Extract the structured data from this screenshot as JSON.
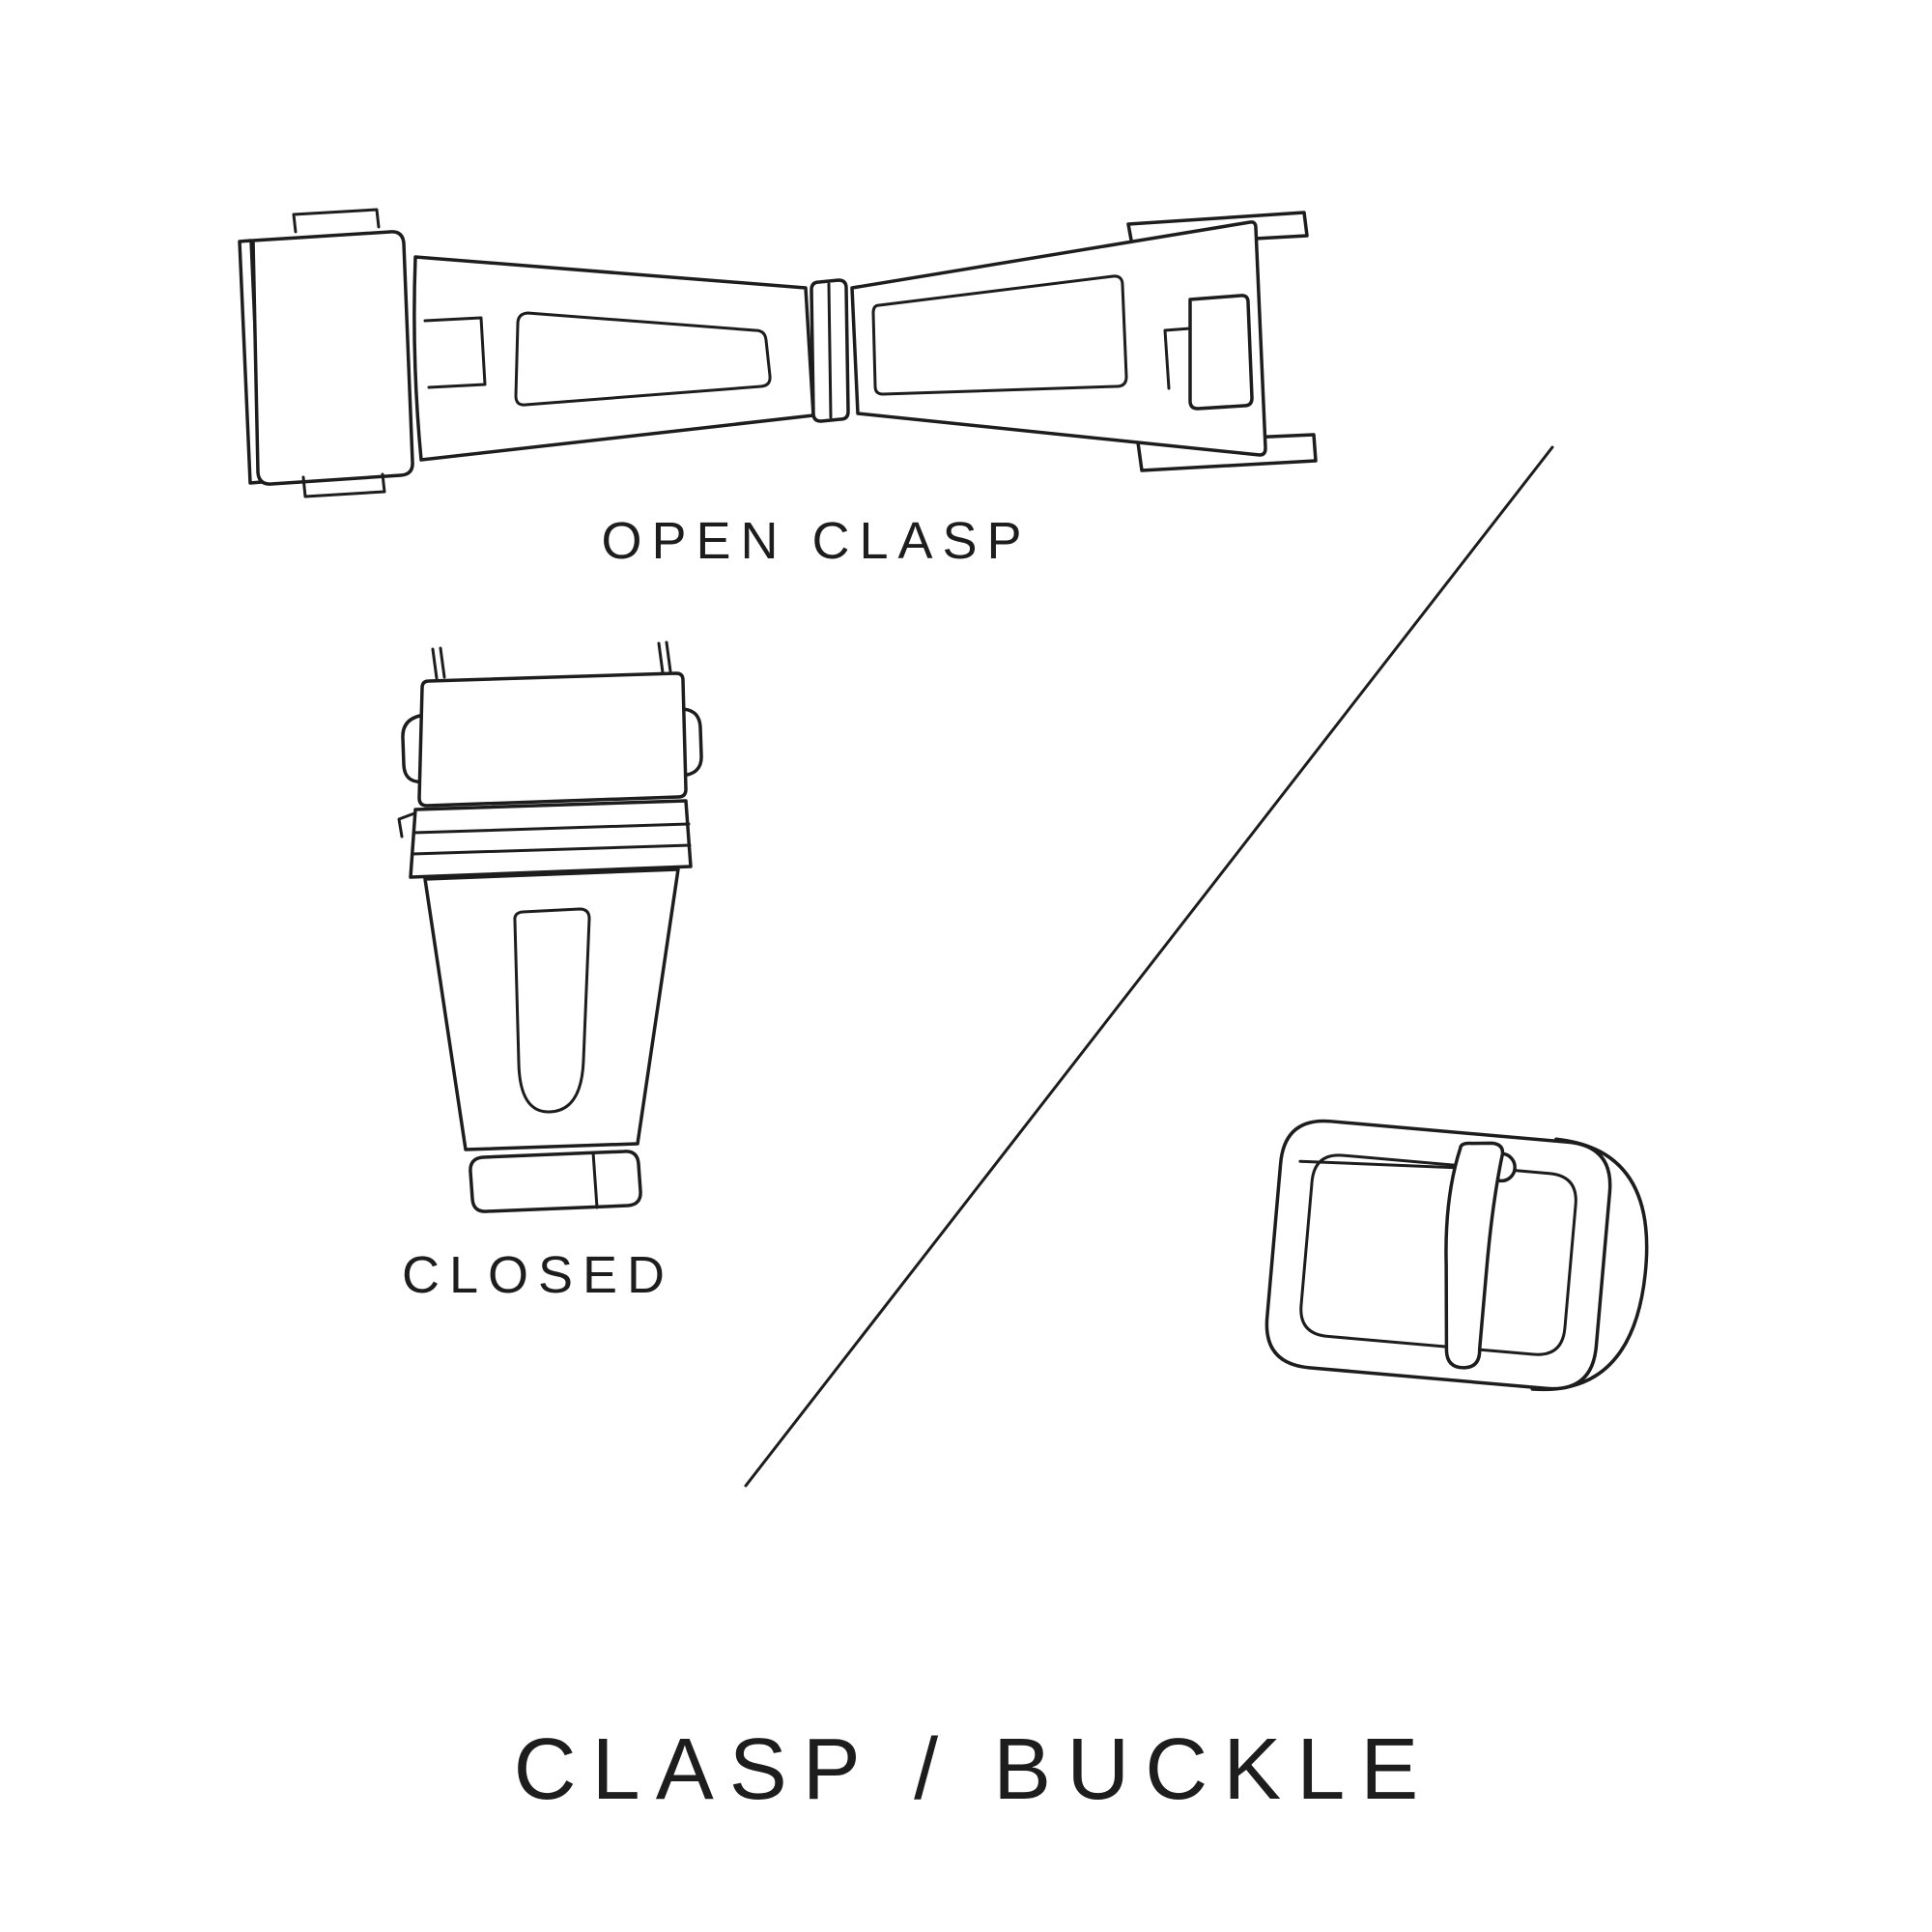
{
  "page": {
    "background_color": "#ffffff",
    "ink_color": "#1d1d1d",
    "title": "CLASP / BUCKLE"
  },
  "figures": {
    "open_clasp": {
      "label": "OPEN CLASP"
    },
    "closed_clasp": {
      "label": "CLOSED"
    },
    "tang_buckle": {
      "name": "tang-buckle-illustration"
    }
  }
}
